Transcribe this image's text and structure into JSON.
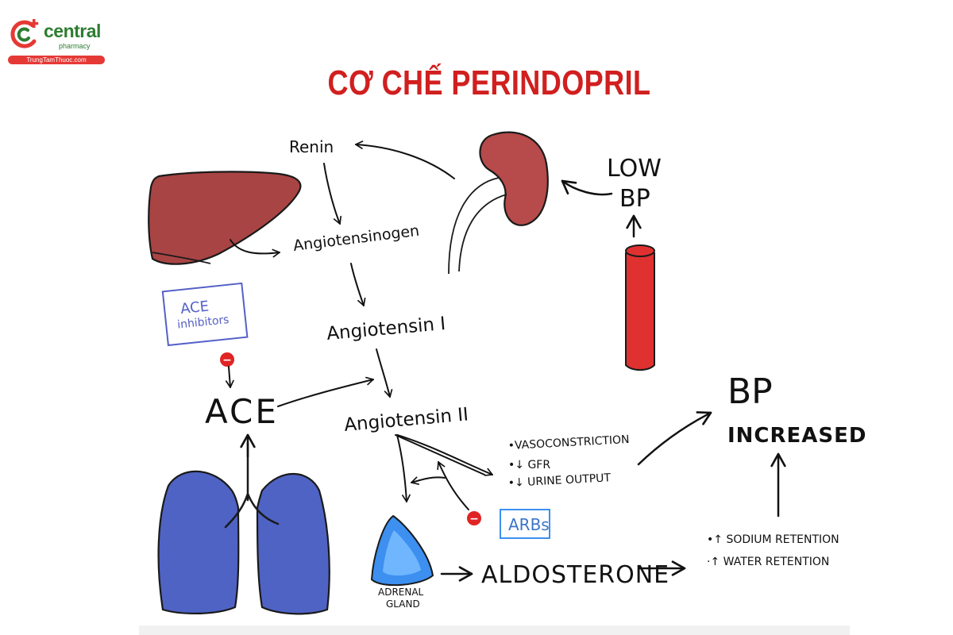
{
  "brand": {
    "name": "central",
    "sub": "pharmacy",
    "domain": "TrungTamThuoc.com",
    "colors": {
      "green": "#2e7d32",
      "red": "#e53935"
    }
  },
  "title": "CƠ CHẾ PERINDOPRIL",
  "colors": {
    "title": "#d11f1f",
    "liver": "#a94444",
    "kidney": "#b74a4a",
    "vessel": "#e03131",
    "lungs": "#4f63c4",
    "adrenal": "#3d8ff0",
    "inhibitor": "#5560c8",
    "block": "#e02424"
  },
  "labels": {
    "renin": "Renin",
    "angiotensinogen": "Angiotensinogen",
    "angiotensin1": "Angiotensin I",
    "angiotensin2": "Angiotensin II",
    "ace": "ACE",
    "ace_inhibitors_line1": "ACE",
    "ace_inhibitors_line2": "inhibitors",
    "arbs": "ARBs",
    "low": "LOW",
    "bp_low": "BP",
    "bp": "BP",
    "increased": "INCREASED",
    "aldosterone": "ALDOSTERONE",
    "adrenal_line1": "ADRENAL",
    "adrenal_line2": "GLAND",
    "effects": [
      "•VASOCONSTRICTION",
      "•↓ GFR",
      "•↓ URINE OUTPUT"
    ],
    "retention": [
      "•↑ SODIUM RETENTION",
      "·↑ WATER RETENTION"
    ],
    "minus": "−"
  },
  "icons": [
    "liver-icon",
    "kidney-icon",
    "blood-vessel-icon",
    "lungs-icon",
    "adrenal-gland-icon",
    "block-icon"
  ]
}
